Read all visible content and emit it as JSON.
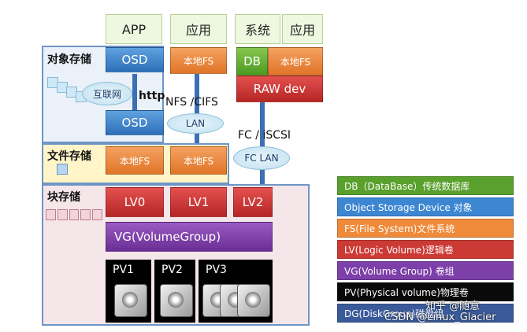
{
  "top_labels": [
    "APP",
    "应用",
    "系统",
    "应用"
  ],
  "sections": {
    "object": "对象存储",
    "file": "文件存储",
    "block": "块存储"
  },
  "blocks": {
    "osd_top": "OSD",
    "osd_bottom": "OSD",
    "local_fs": "本地FS",
    "db": "DB",
    "raw_dev": "RAW dev",
    "lv0": "LV0",
    "lv1": "LV1",
    "lv2": "LV2",
    "vg": "VG(VolumeGroup)",
    "pv1": "PV1",
    "pv2": "PV2",
    "pv3": "PV3"
  },
  "connections": {
    "internet_cloud": "互联网",
    "http": "http",
    "nfs_cifs": "NFS /CIFS",
    "lan": "LAN",
    "fc_iscsi": "FC / iSCSI",
    "fc_lan": "FC LAN"
  },
  "legend": [
    {
      "text": "DB（DataBase）传统数据库",
      "color": "#5aa02c"
    },
    {
      "text": "Object Storage Device 对象",
      "color": "#3d86d1"
    },
    {
      "text": "FS(File System)文件系统",
      "color": "#ef8a3a"
    },
    {
      "text": "LV(Logic Volume)逻辑卷",
      "color": "#cc3a36"
    },
    {
      "text": "VG(Volume Group) 卷组",
      "color": "#7d3fa8"
    },
    {
      "text": "PV(Physical volume)物理卷",
      "color": "#0a0a0a"
    },
    {
      "text": "DG(DiskGroup)磁盘组",
      "color": "#3a5a9a"
    }
  ],
  "watermark": {
    "brand": "知乎 @随意",
    "site": "CSDN @Linux_Glacier"
  }
}
